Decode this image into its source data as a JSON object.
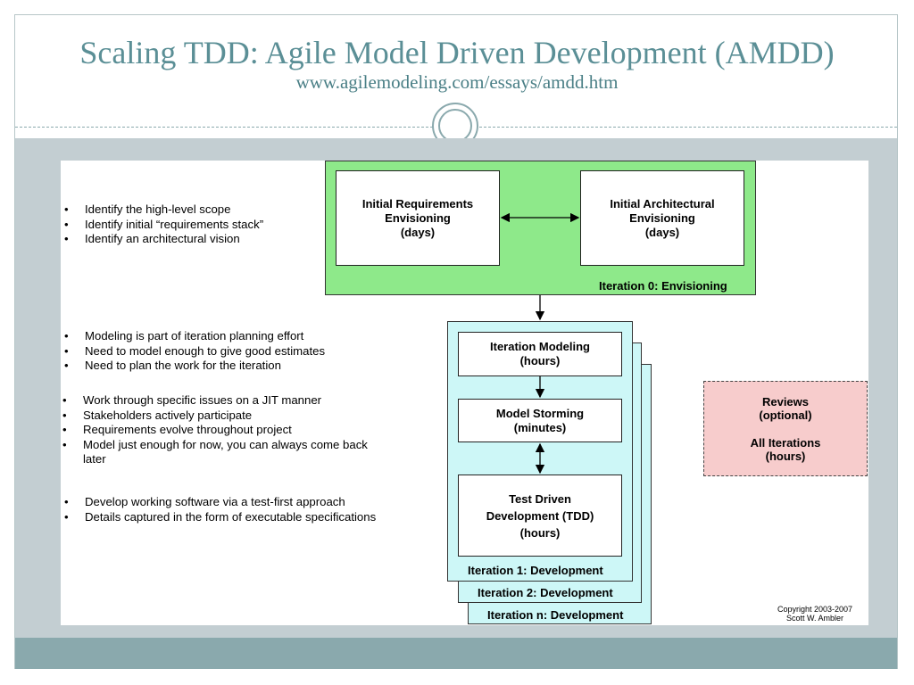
{
  "slide": {
    "title": "Scaling TDD: Agile Model Driven Development (AMDD)",
    "subtitle": "www.agilemodeling.com/essays/amdd.htm"
  },
  "diagram": {
    "iteration0": {
      "label": "Iteration 0: Envisioning",
      "req_box": "Initial Requirements\nEnvisioning\n(days)",
      "arch_box": "Initial Architectural\nEnvisioning\n(days)"
    },
    "iterations": {
      "labels": [
        "Iteration 1: Development",
        "Iteration 2: Development",
        "Iteration n: Development"
      ],
      "modeling_box": "Iteration Modeling\n(hours)",
      "storming_box": "Model Storming\n(minutes)",
      "tdd_box": "Test Driven\nDevelopment (TDD)\n(hours)"
    },
    "reviews_box": {
      "line1": "Reviews",
      "line2": "(optional)",
      "line3": "All Iterations",
      "line4": "(hours)"
    },
    "bullets_envisioning": [
      "Identify the high-level scope",
      "Identify initial “requirements stack”",
      "Identify an architectural vision"
    ],
    "bullets_iteration_modeling": [
      "Modeling is part of iteration planning effort",
      "Need to model enough to give good estimates",
      "Need to plan the work for the iteration"
    ],
    "bullets_model_storming": [
      "Work through specific issues on a JIT manner",
      "Stakeholders actively participate",
      "Requirements evolve throughout project",
      "Model just enough for now, you can always come back later"
    ],
    "bullets_tdd": [
      "Develop working software via a test-first approach",
      "Details captured in the form of executable specifications"
    ],
    "copyright_line1": "Copyright 2003-2007",
    "copyright_line2": "Scott W. Ambler"
  },
  "colors": {
    "title": "#5b8f96",
    "envisioning_bg": "#8ee98a",
    "iteration_bg": "#cdf7f7",
    "reviews_bg": "#f7cccc",
    "slide_band": "#c3ced2",
    "bottom_band": "#8aa9ad"
  }
}
